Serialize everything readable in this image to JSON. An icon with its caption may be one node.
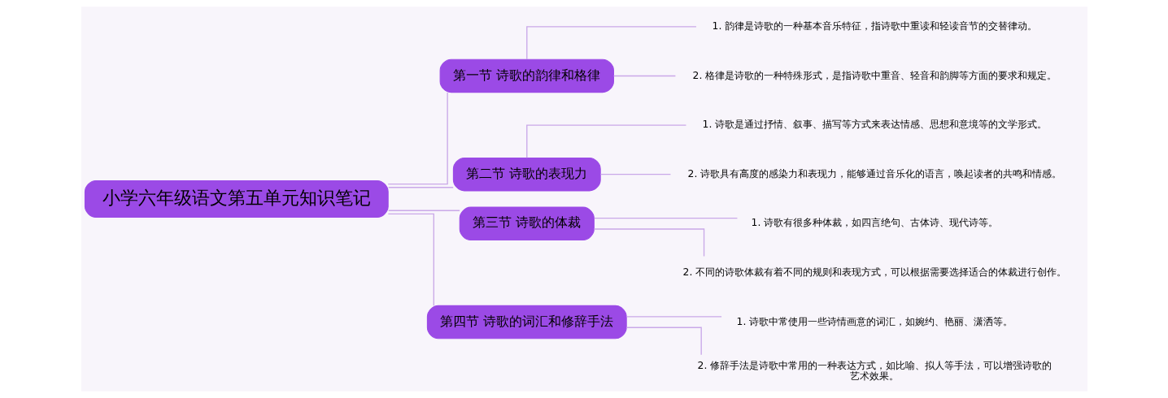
{
  "diagram": {
    "nodes": [
      {
        "text": [
          "小学六年级语文第五单元知识笔记"
        ]
      },
      {
        "text": [
          "第一节 诗歌的韵律和格律"
        ]
      },
      {
        "text": [
          "1. 韵律是诗歌的一种基本音乐特征，指诗歌中重读和轻读音节的交替律动。"
        ]
      },
      {
        "text": [
          "2. 格律是诗歌的一种特殊形式，是指诗歌中重音、轻音和韵脚等方面的要求和规定。"
        ]
      },
      {
        "text": [
          "第二节 诗歌的表现力"
        ]
      },
      {
        "text": [
          "1. 诗歌是通过抒情、叙事、描写等方式来表达情感、思想和意境等的文学形式。"
        ]
      },
      {
        "text": [
          "2. 诗歌具有高度的感染力和表现力，能够通过音乐化的语言，唤起读者的共鸣和情感。"
        ]
      },
      {
        "text": [
          "第三节 诗歌的体裁"
        ]
      },
      {
        "text": [
          "1. 诗歌有很多种体裁，如四言绝句、古体诗、现代诗等。"
        ]
      },
      {
        "text": [
          "2. 不同的诗歌体裁有着不同的规则和表现方式，可以根据需要选择适合的体裁进行创作。"
        ]
      },
      {
        "text": [
          "第四节 诗歌的词汇和修辞手法"
        ]
      },
      {
        "text": [
          "1. 诗歌中常使用一些诗情画意的词汇，如婉约、艳丽、潇洒等。"
        ]
      },
      {
        "text": [
          "2. 修辞手法是诗歌中常用的一种表达方式，如比喻、拟人等手法，可以增强诗歌的艺术效果。"
        ]
      }
    ],
    "edges": [
      {
        "from": 0,
        "to": 1,
        "arrow": "none"
      },
      {
        "from": 1,
        "to": 2,
        "arrow": "none"
      },
      {
        "from": 1,
        "to": 3,
        "arrow": "none"
      },
      {
        "from": 0,
        "to": 4,
        "arrow": "none"
      },
      {
        "from": 4,
        "to": 5,
        "arrow": "none"
      },
      {
        "from": 4,
        "to": 6,
        "arrow": "none"
      },
      {
        "from": 0,
        "to": 7,
        "arrow": "none"
      },
      {
        "from": 7,
        "to": 8,
        "arrow": "none"
      },
      {
        "from": 7,
        "to": 9,
        "arrow": "none"
      },
      {
        "from": 0,
        "to": 10,
        "arrow": "none"
      },
      {
        "from": 10,
        "to": 11,
        "arrow": "none"
      },
      {
        "from": 10,
        "to": 12,
        "arrow": "none"
      }
    ]
  }
}
